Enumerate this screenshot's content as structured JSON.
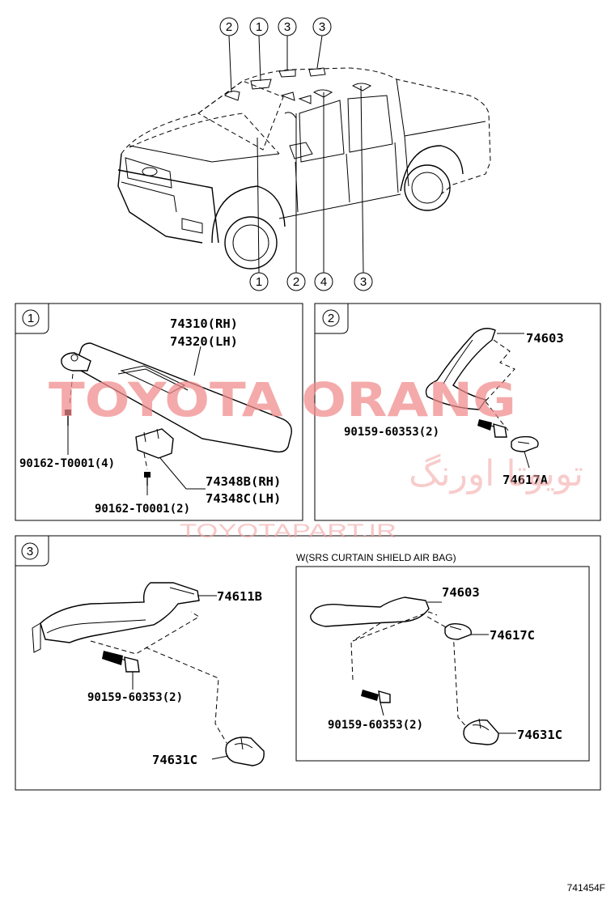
{
  "callouts_top": [
    "2",
    "1",
    "3",
    "3"
  ],
  "callouts_bottom": [
    "1",
    "2",
    "4",
    "3"
  ],
  "panel1": {
    "index": "1",
    "sunvisor_rh": "74310(RH)",
    "sunvisor_lh": "74320(LH)",
    "screw_a": "90162-T0001(4)",
    "holder_rh": "74348B(RH)",
    "holder_lh": "74348C(LH)",
    "screw_b": "90162-T0001(2)"
  },
  "panel2": {
    "index": "2",
    "grip": "74603",
    "screw": "90159-60353(2)",
    "clip": "74617A"
  },
  "panel3": {
    "index": "3",
    "grip": "74611B",
    "screw": "90159-60353(2)",
    "bracket": "74631C",
    "sub_title": "W(SRS CURTAIN SHIELD AIR BAG)",
    "sub_grip": "74603",
    "sub_clip": "74617C",
    "sub_screw": "90159-60353(2)",
    "sub_bracket": "74631C"
  },
  "watermark": {
    "line1": "TOYOTA ORANG",
    "line2": "تویوتا اورنگ",
    "line3": "TOYOTAPART.IR"
  },
  "diagram_code": "741454F"
}
